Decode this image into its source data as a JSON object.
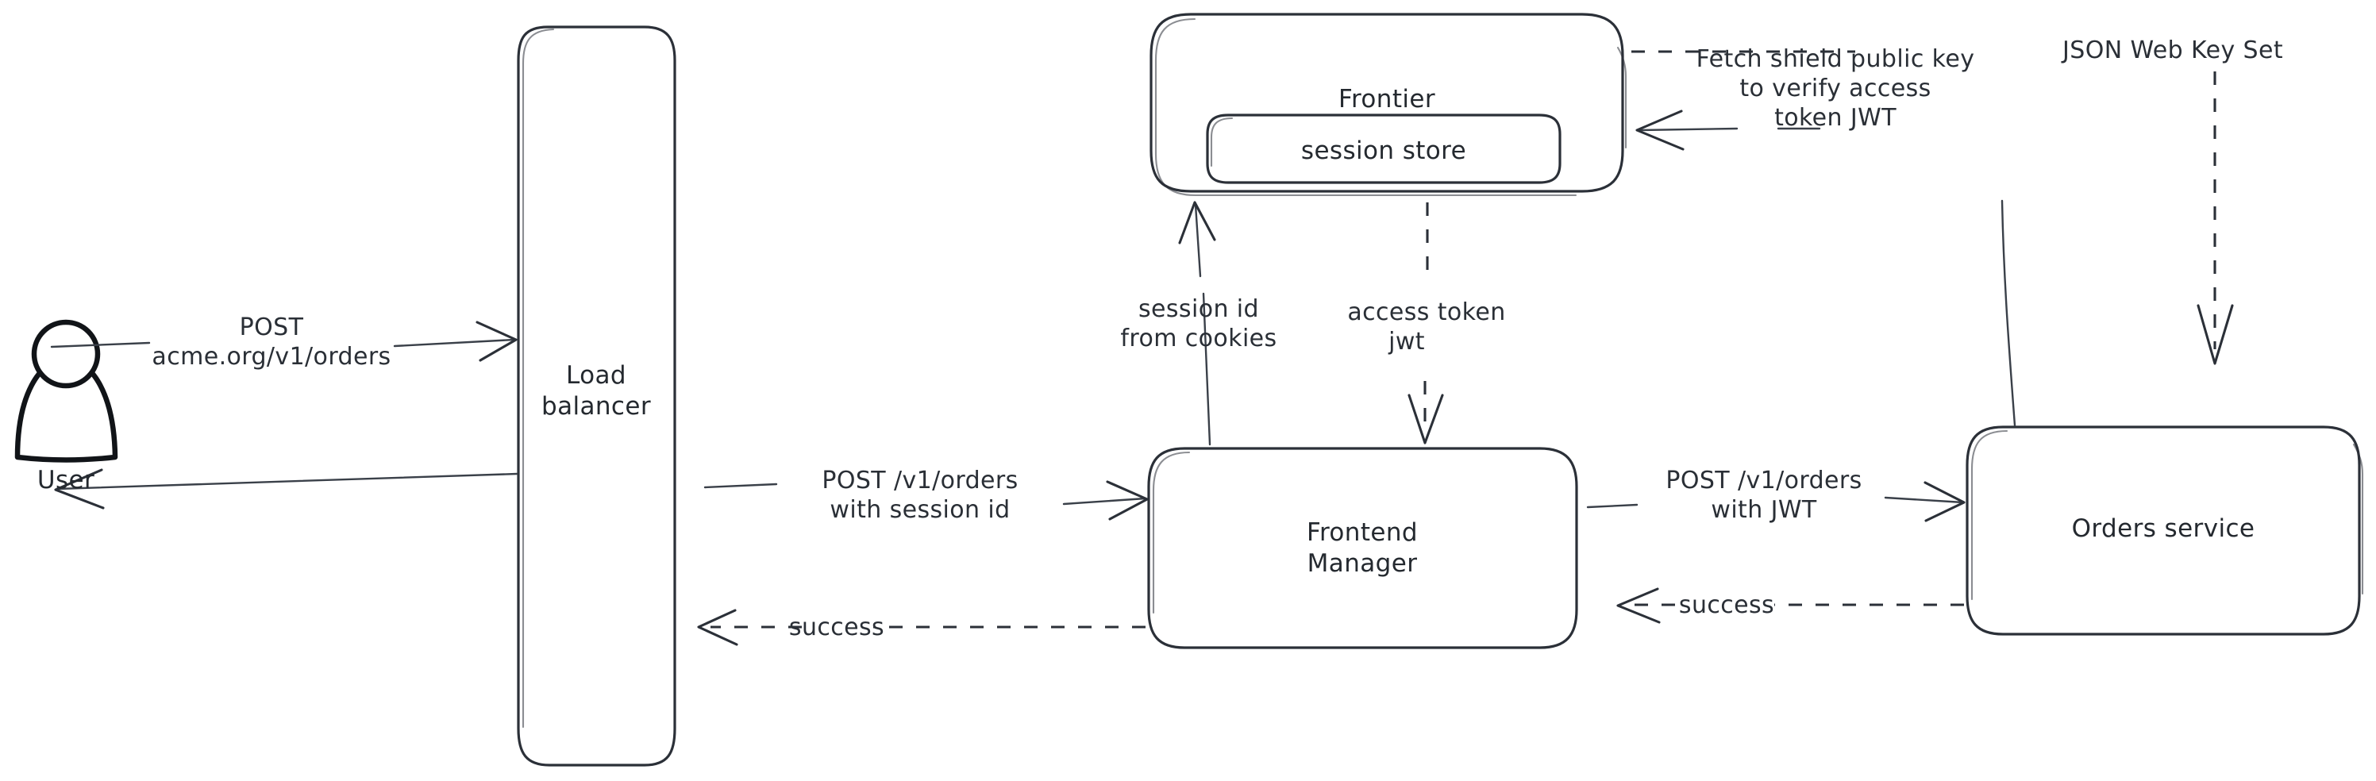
{
  "diagram": {
    "title": "Order request authentication flow",
    "stroke_color": "#2b3038",
    "background_color": "#ffffff",
    "hatch_color": "#c3cdd8",
    "nodes": [
      {
        "id": "user",
        "label": "User",
        "shape": "person"
      },
      {
        "id": "load-balancer",
        "label": "Load\nbalancer",
        "label_line1": "Load",
        "label_line2": "balancer",
        "shape": "rounded-rect-tall"
      },
      {
        "id": "frontier",
        "label": "Frontier",
        "shape": "rounded-rect"
      },
      {
        "id": "session-store",
        "label": "session store",
        "shape": "rounded-rect-nested"
      },
      {
        "id": "frontend-manager",
        "label": "Frontend\nManager",
        "label_line1": "Frontend",
        "label_line2": "Manager",
        "shape": "rounded-rect"
      },
      {
        "id": "orders-service",
        "label": "Orders service",
        "shape": "rounded-rect"
      }
    ],
    "edges": [
      {
        "id": "user-to-lb",
        "from": "user",
        "to": "load-balancer",
        "style": "solid",
        "direction": "right",
        "label_line1": "POST",
        "label_line2": "acme.org/v1/orders"
      },
      {
        "id": "lb-to-user",
        "from": "load-balancer",
        "to": "user",
        "style": "solid",
        "direction": "left",
        "label_line1": "",
        "label_line2": ""
      },
      {
        "id": "lb-to-fm",
        "from": "load-balancer",
        "to": "frontend-manager",
        "style": "solid",
        "direction": "right",
        "label_line1": "POST /v1/orders",
        "label_line2": "with session id"
      },
      {
        "id": "fm-to-lb",
        "from": "frontend-manager",
        "to": "load-balancer",
        "style": "dashed",
        "direction": "left",
        "label_line1": "success",
        "label_line2": ""
      },
      {
        "id": "fm-to-frontier",
        "from": "frontend-manager",
        "to": "frontier",
        "style": "solid",
        "direction": "up",
        "label_line1": "session id",
        "label_line2": "from cookies"
      },
      {
        "id": "frontier-to-fm",
        "from": "frontier",
        "to": "frontend-manager",
        "style": "dashed",
        "direction": "down",
        "label_line1": "access token",
        "label_line2": "jwt"
      },
      {
        "id": "fm-to-orders",
        "from": "frontend-manager",
        "to": "orders-service",
        "style": "solid",
        "direction": "right",
        "label_line1": "POST /v1/orders",
        "label_line2": "with JWT"
      },
      {
        "id": "orders-to-fm",
        "from": "orders-service",
        "to": "frontend-manager",
        "style": "dashed",
        "direction": "left",
        "label_line1": "success",
        "label_line2": ""
      },
      {
        "id": "orders-to-frontier",
        "from": "orders-service",
        "to": "frontier",
        "style": "solid",
        "direction": "left",
        "label_line1": "Fetch shield public key",
        "label_line2": "to verify access",
        "label_line3": "token JWT"
      },
      {
        "id": "frontier-to-orders-jwks",
        "from": "frontier",
        "to": "orders-service",
        "style": "dashed",
        "direction": "down",
        "label_line1": "JSON Web Key Set",
        "label_line2": ""
      }
    ]
  },
  "labels": {
    "user": "User",
    "load_balancer_1": "Load",
    "load_balancer_2": "balancer",
    "frontier": "Frontier",
    "session_store": "session store",
    "frontend_manager_1": "Frontend",
    "frontend_manager_2": "Manager",
    "orders_service": "Orders service",
    "post_1": "POST",
    "post_2": "acme.org/v1/orders",
    "lb_fm_1": "POST /v1/orders",
    "lb_fm_2": "with session id",
    "success_left": "success",
    "session_id_1": "session id",
    "session_id_2": "from cookies",
    "access_token_1": "access token",
    "access_token_2": "jwt",
    "fm_orders_1": "POST /v1/orders",
    "fm_orders_2": "with JWT",
    "success_right": "success",
    "fetch_key_1": "Fetch shield public key",
    "fetch_key_2": "to verify access",
    "fetch_key_3": "token JWT",
    "jwks": "JSON Web Key Set"
  }
}
